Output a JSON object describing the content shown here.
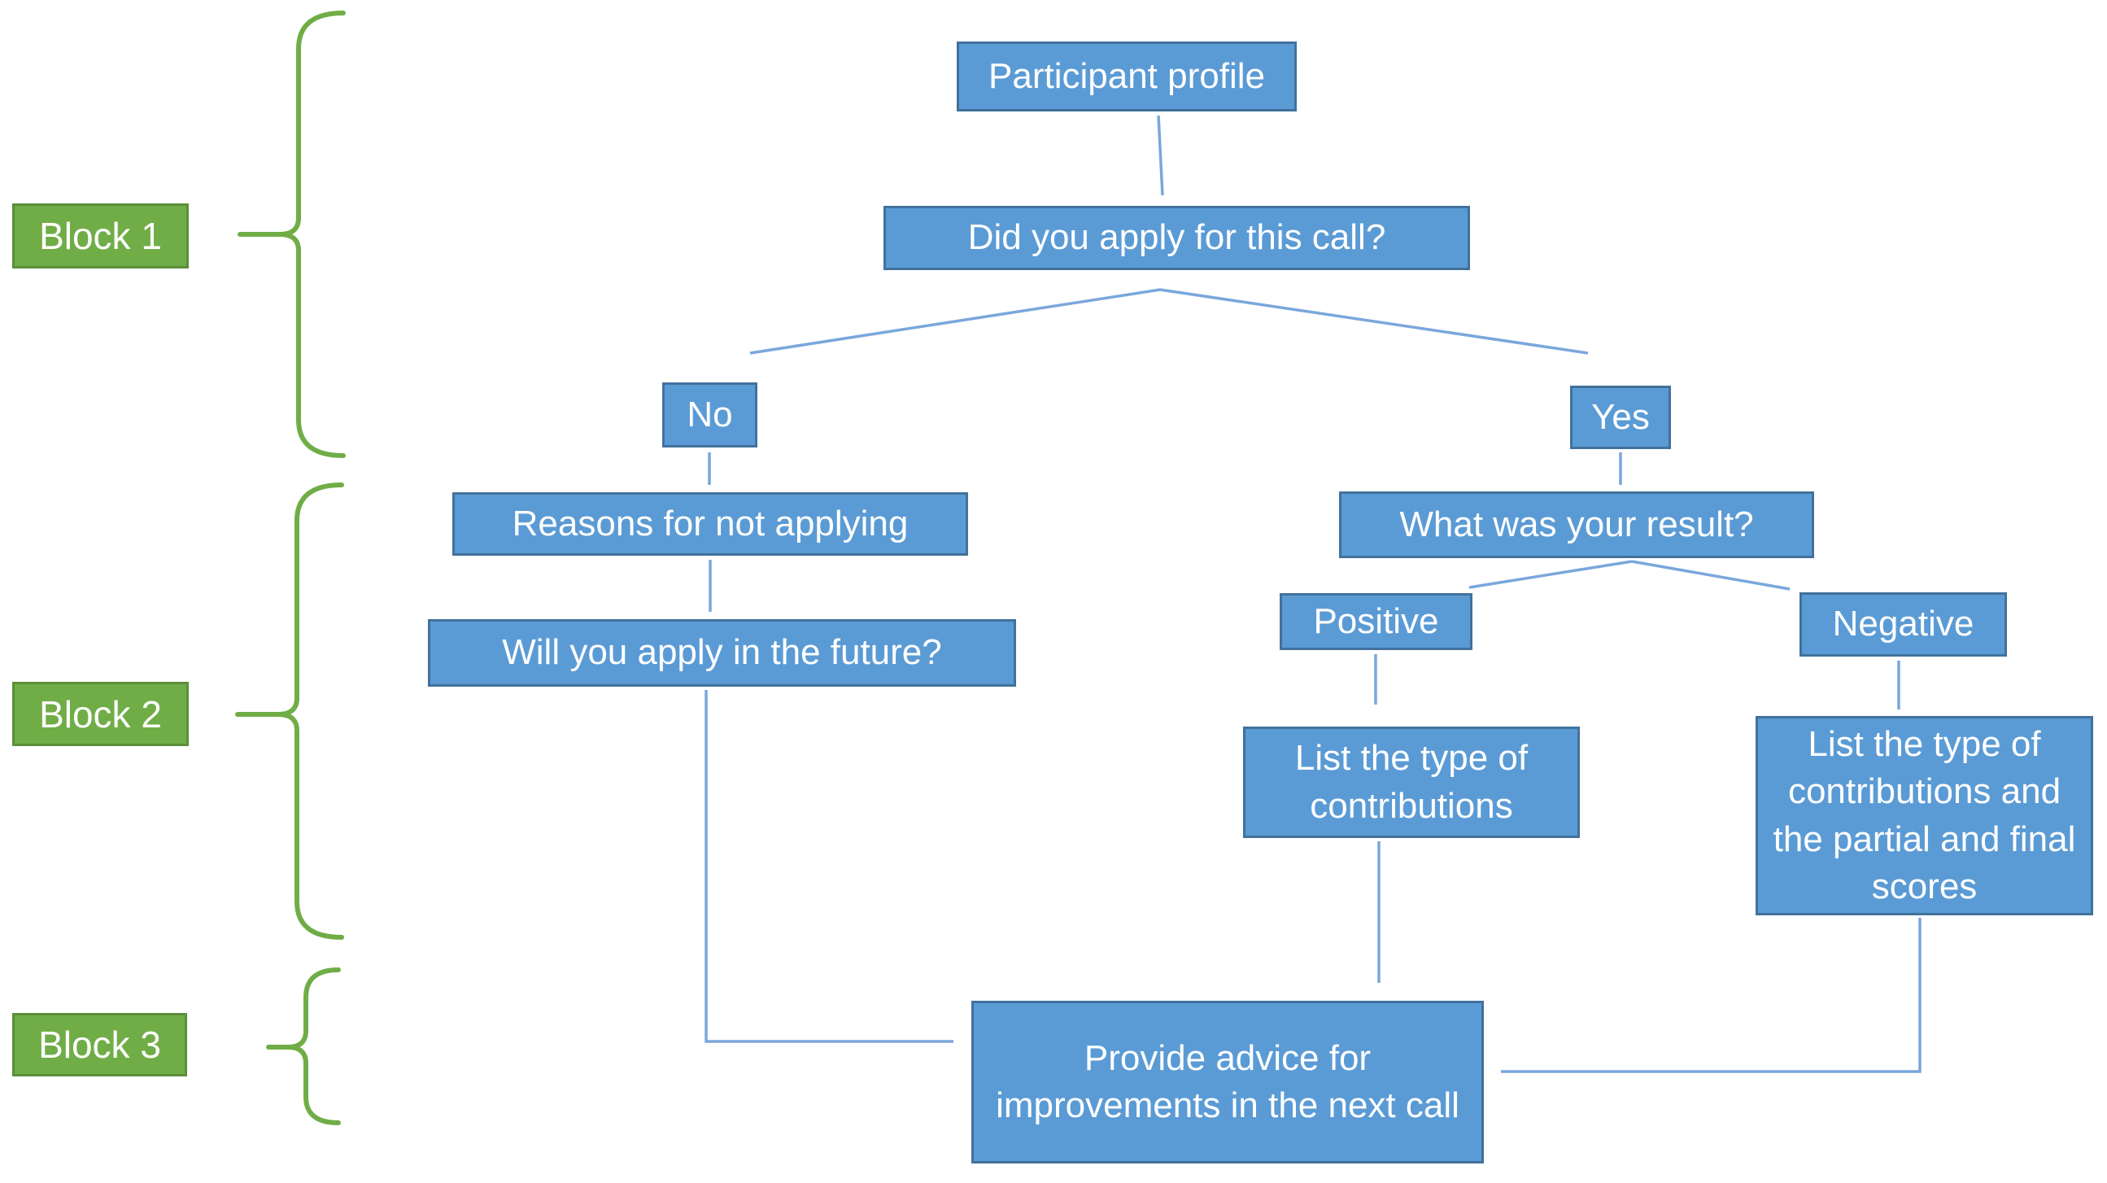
{
  "diagram": {
    "blocks": [
      {
        "id": "block-1",
        "label": "Block 1"
      },
      {
        "id": "block-2",
        "label": "Block 2"
      },
      {
        "id": "block-3",
        "label": "Block 3"
      }
    ],
    "nodes": [
      {
        "id": "participant-profile",
        "label": "Participant profile"
      },
      {
        "id": "did-apply",
        "label": "Did you apply for this call?"
      },
      {
        "id": "no",
        "label": "No"
      },
      {
        "id": "yes",
        "label": "Yes"
      },
      {
        "id": "reasons",
        "label": "Reasons for not applying"
      },
      {
        "id": "will-apply",
        "label": "Will you apply in the future?"
      },
      {
        "id": "what-result",
        "label": "What was your result?"
      },
      {
        "id": "positive",
        "label": "Positive"
      },
      {
        "id": "negative",
        "label": "Negative"
      },
      {
        "id": "list-contrib",
        "label": "List the type of contributions"
      },
      {
        "id": "list-contrib-scores",
        "label": "List the type of contributions and the partial and final scores"
      },
      {
        "id": "provide-advice",
        "label": "Provide advice for improvements in the next call"
      }
    ],
    "colors": {
      "node_fill": "#5b9bd5",
      "node_border": "#41719c",
      "block_fill": "#70ad47",
      "block_border": "#5b8f3a",
      "connector": "#7aa7dc",
      "brace": "#70ad47",
      "text": "#ffffff",
      "background": "#ffffff"
    }
  }
}
